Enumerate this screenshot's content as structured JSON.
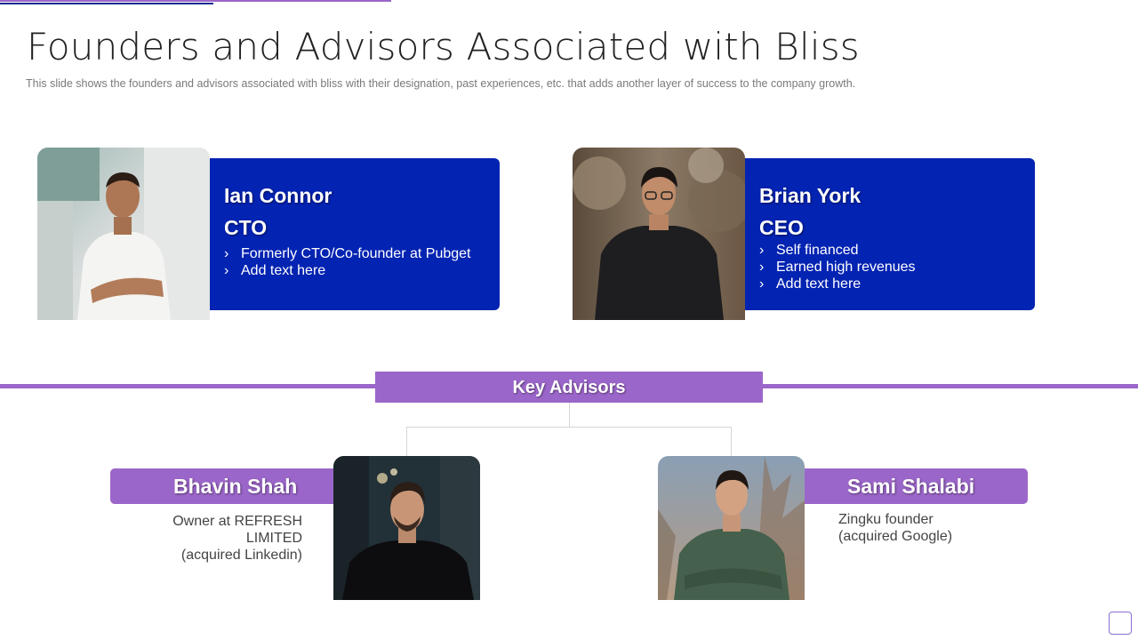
{
  "slide": {
    "title": "Founders and Advisors Associated with Bliss",
    "subtitle": "This slide shows the founders  and advisors  associated with bliss with their designation,  past experiences, etc. that adds another  layer of success to the company growth."
  },
  "founders": [
    {
      "name": "Ian Connor",
      "role": "CTO",
      "points": [
        "Formerly CTO/Co-founder  at Pubget",
        "Add text here"
      ]
    },
    {
      "name": "Brian York",
      "role": "CEO",
      "points": [
        "Self financed",
        "Earned high revenues",
        "Add text here"
      ]
    }
  ],
  "advisors_section": {
    "label": "Key Advisors"
  },
  "advisors": [
    {
      "name": "Bhavin Shah",
      "description": [
        "Owner at REFRESH",
        "LIMITED",
        "(acquired Linkedin)"
      ]
    },
    {
      "name": "Sami Shalabi",
      "description": [
        "Zingku founder",
        "(acquired Google)"
      ]
    }
  ],
  "colors": {
    "founder_card": "#0323b2",
    "accent_purple": "#9b66c9"
  }
}
